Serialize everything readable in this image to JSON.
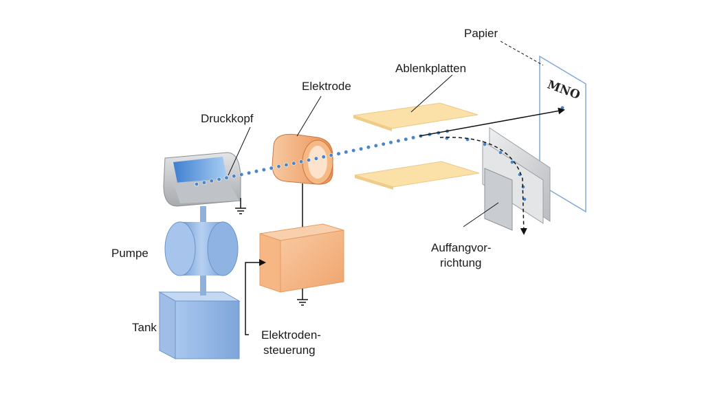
{
  "labels": {
    "papier": "Papier",
    "ablenkplatten": "Ablenkplatten",
    "elektrode": "Elektrode",
    "druckkopf": "Druckkopf",
    "pumpe": "Pumpe",
    "tank": "Tank",
    "elektrodensteuerung_line1": "Elektroden-",
    "elektrodensteuerung_line2": "steuerung",
    "auffang_line1": "Auffangvor-",
    "auffang_line2": "richtung"
  },
  "paper_text": "MNO",
  "colors": {
    "tank": "#8fb4e3",
    "pump": "#8fb4e3",
    "electrode": "#f0a56c",
    "plates": "#fbe0a8",
    "droplets": "#4a86c8",
    "printhead": "#c7c9cc",
    "collector": "#d6d8da"
  }
}
